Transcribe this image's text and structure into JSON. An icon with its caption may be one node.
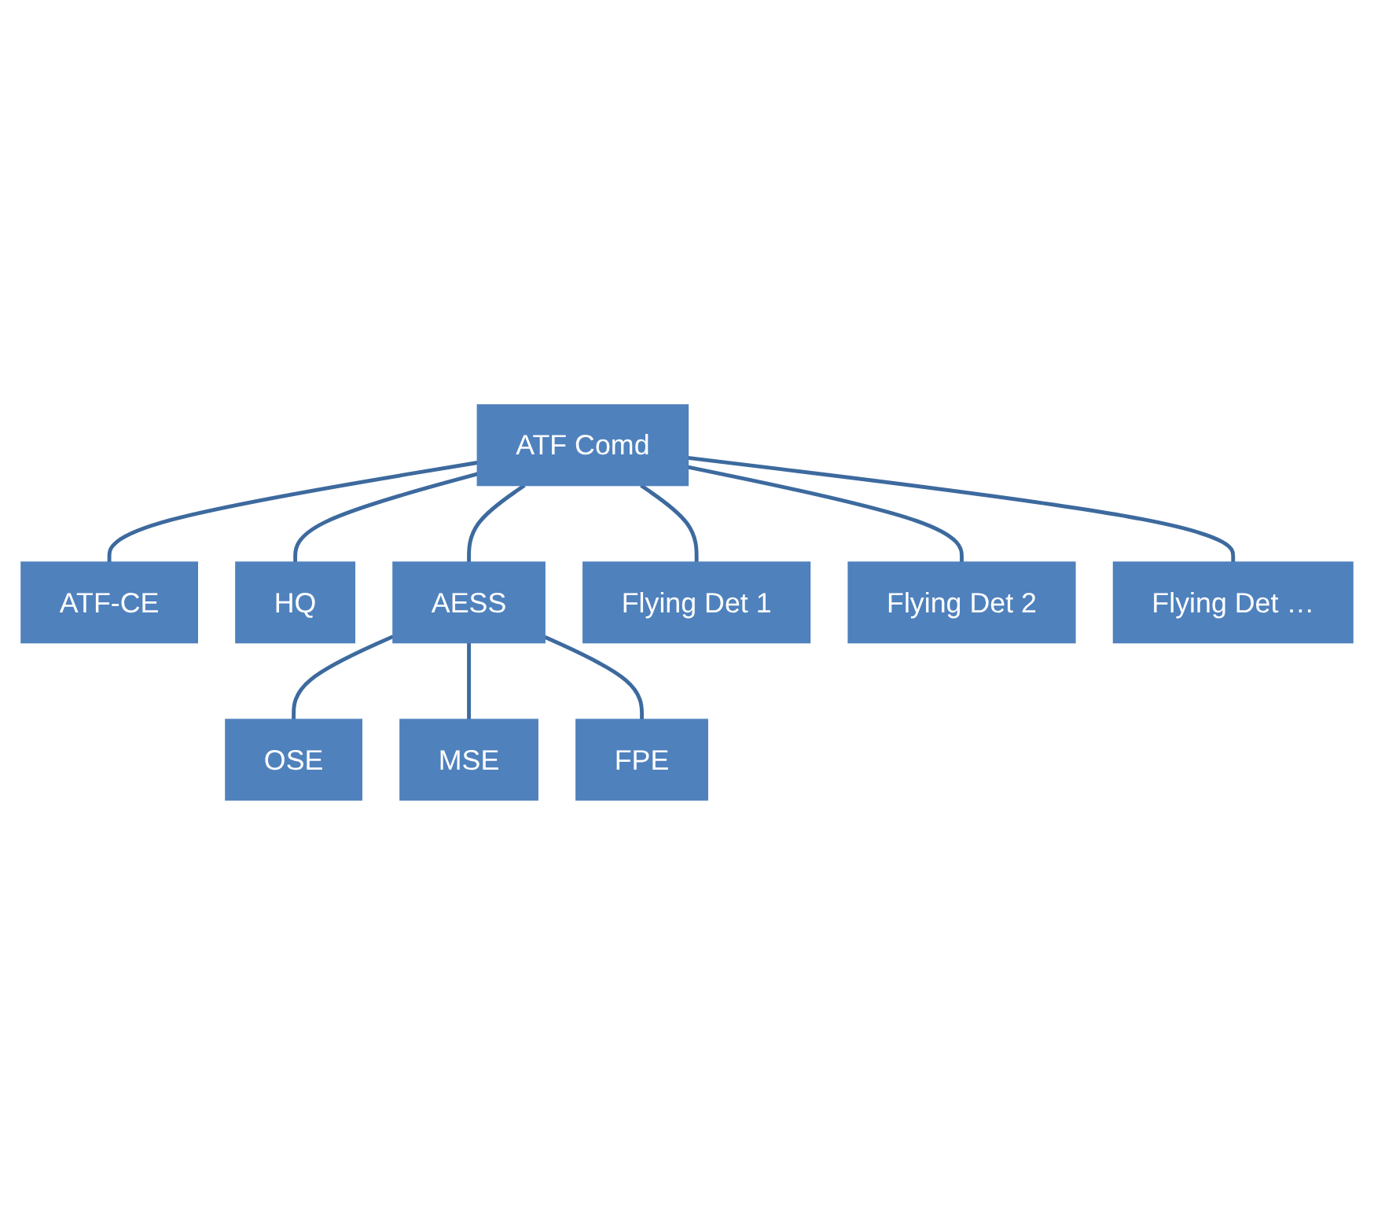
{
  "diagram": {
    "nodes": [
      {
        "text": [
          "ATF Comd"
        ]
      },
      {
        "text": [
          "ATF-CE"
        ]
      },
      {
        "text": [
          "HQ"
        ]
      },
      {
        "text": [
          "AESS"
        ]
      },
      {
        "text": [
          "Flying Det 1"
        ]
      },
      {
        "text": [
          "Flying Det 2"
        ]
      },
      {
        "text": [
          "Flying Det …"
        ]
      },
      {
        "text": [
          "OSE"
        ]
      },
      {
        "text": [
          "MSE"
        ]
      },
      {
        "text": [
          "FPE"
        ]
      }
    ],
    "edges": [
      {
        "from": 0,
        "to": 1,
        "arrow": "none"
      },
      {
        "from": 0,
        "to": 2,
        "arrow": "none"
      },
      {
        "from": 0,
        "to": 3,
        "arrow": "none"
      },
      {
        "from": 0,
        "to": 4,
        "arrow": "none"
      },
      {
        "from": 0,
        "to": 5,
        "arrow": "none"
      },
      {
        "from": 0,
        "to": 6,
        "arrow": "none"
      },
      {
        "from": 3,
        "to": 7,
        "arrow": "none"
      },
      {
        "from": 3,
        "to": 8,
        "arrow": "none"
      },
      {
        "from": 3,
        "to": 9,
        "arrow": "none"
      }
    ]
  }
}
